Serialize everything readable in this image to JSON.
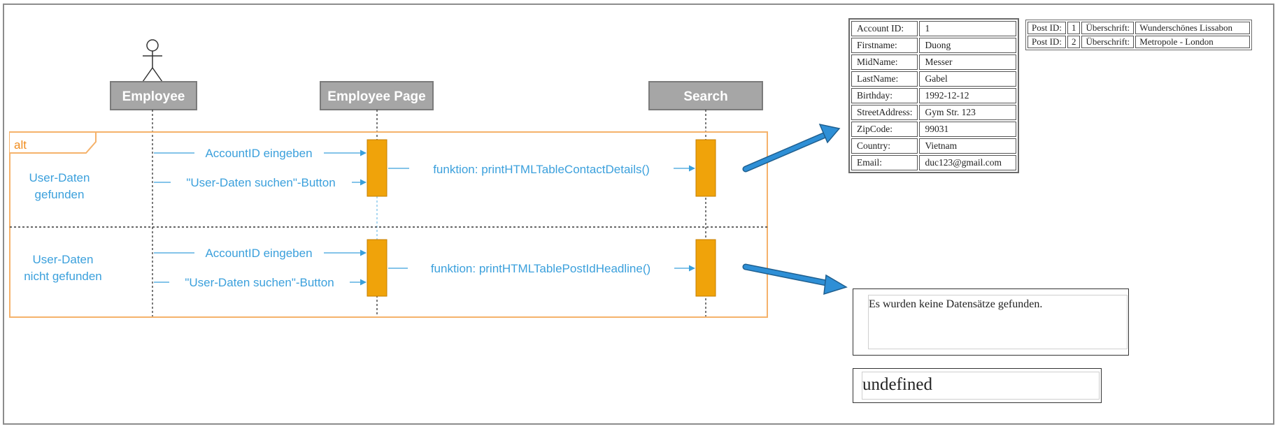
{
  "diagram": {
    "actor_label": "Employee",
    "lifelines": [
      {
        "id": "employee",
        "label": "Employee"
      },
      {
        "id": "employee_page",
        "label": "Employee Page"
      },
      {
        "id": "search",
        "label": "Search"
      }
    ],
    "fragment": {
      "operator": "alt",
      "guard_1": [
        "User-Daten",
        "gefunden"
      ],
      "guard_2": [
        "User-Daten",
        "nicht gefunden"
      ]
    },
    "messages_1": {
      "account_input": "AccountID eingeben",
      "search_button": "\"User-Daten suchen\"-Button",
      "function_call": "funktion: printHTMLTableContactDetails()"
    },
    "messages_2": {
      "account_input": "AccountID eingeben",
      "search_button": "\"User-Daten suchen\"-Button",
      "function_call": "funktion: printHTMLTablePostIdHeadline()"
    },
    "colors": {
      "header_fill": "#a6a6a6",
      "activation_fill": "#f0a30a",
      "fragment_border": "#f5b26b",
      "message_blue": "#3ba0dc",
      "arrow_blue": "#2e8fd6"
    }
  },
  "contact_table": {
    "rows": [
      {
        "label": "Account ID:",
        "value": "1"
      },
      {
        "label": "Firstname:",
        "value": "Duong"
      },
      {
        "label": "MidName:",
        "value": "Messer"
      },
      {
        "label": "LastName:",
        "value": "Gabel"
      },
      {
        "label": "Birthday:",
        "value": "1992-12-12"
      },
      {
        "label": "StreetAddress:",
        "value": "Gym Str. 123"
      },
      {
        "label": "ZipCode:",
        "value": "99031"
      },
      {
        "label": "Country:",
        "value": "Vietnam"
      },
      {
        "label": "Email:",
        "value": "duc123@gmail.com"
      }
    ]
  },
  "post_table": {
    "rows": [
      {
        "id_label": "Post ID:",
        "id": "1",
        "headline_label": "Überschrift:",
        "headline": "Wunderschönes Lissabon"
      },
      {
        "id_label": "Post ID:",
        "id": "2",
        "headline_label": "Überschrift:",
        "headline": "Metropole - London"
      }
    ]
  },
  "not_found_message": "Es wurden keine Datensätze gefunden.",
  "undefined_text": "undefined"
}
